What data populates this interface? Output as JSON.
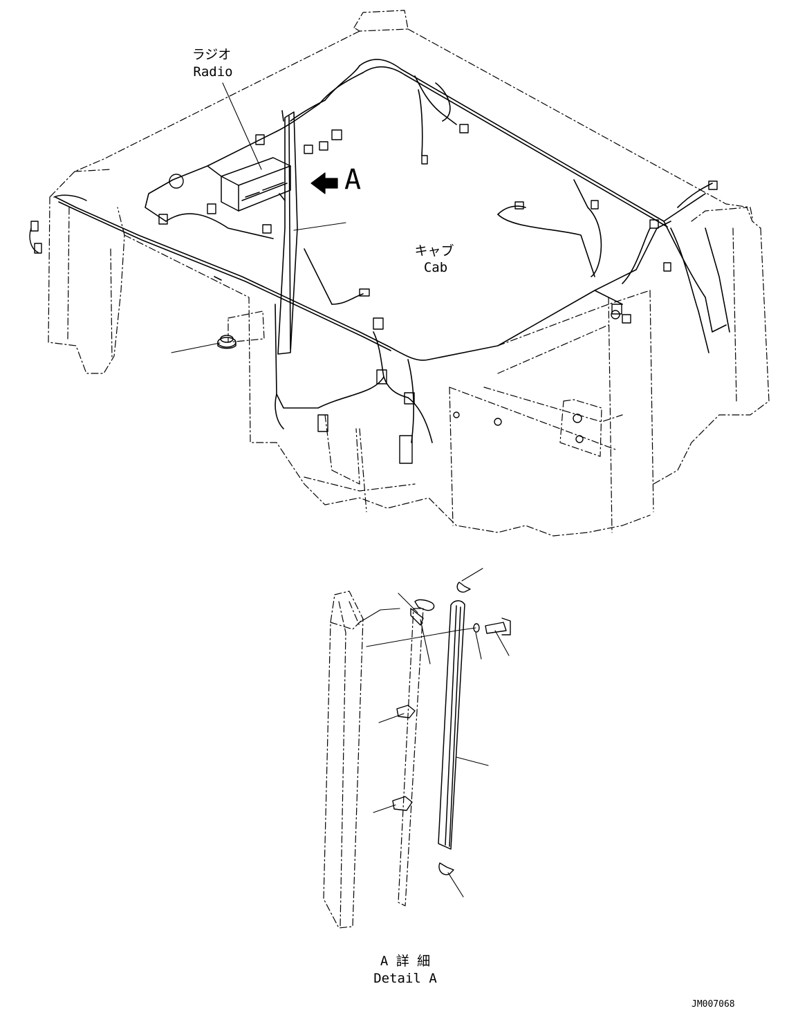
{
  "labels": {
    "radio_ja": "ラジオ",
    "radio_en": "Radio",
    "cab_ja": "キャブ",
    "cab_en": "Cab",
    "view_marker": "A",
    "detail_ja": "A 詳 細",
    "detail_en": "Detail A",
    "drawing_id": "JM007068"
  }
}
